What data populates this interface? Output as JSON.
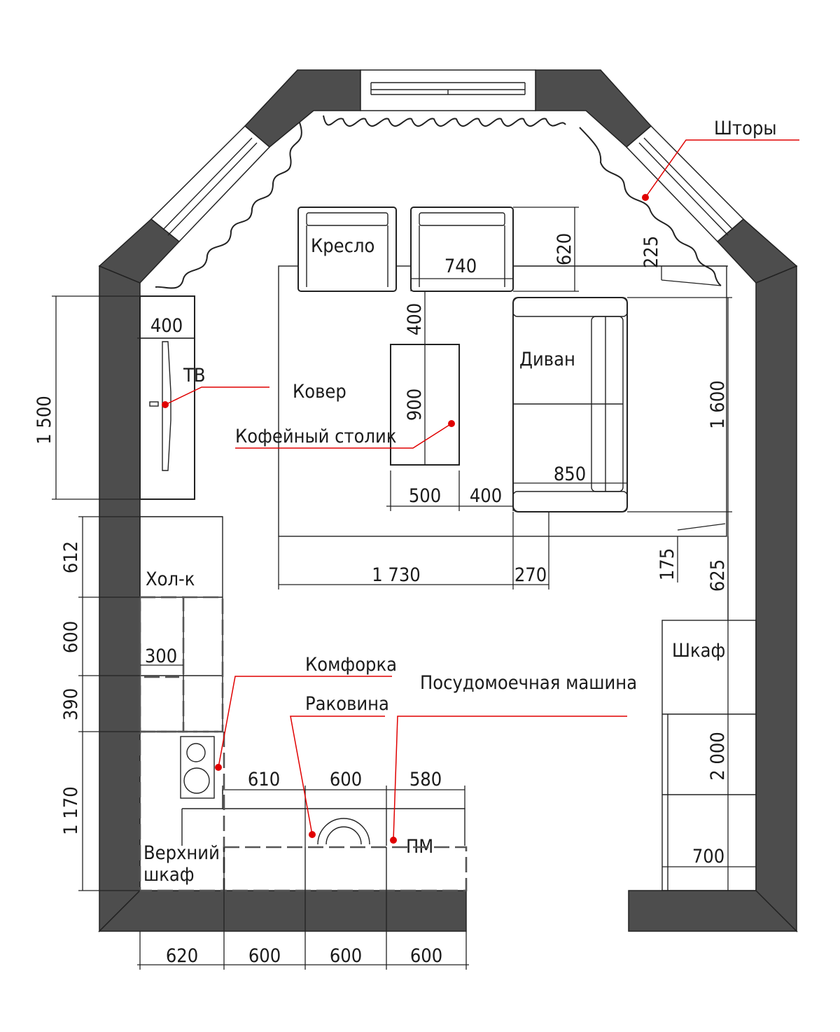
{
  "labels": {
    "curtains": "Шторы",
    "armchair": "Кресло",
    "tv": "ТВ",
    "rug": "Ковер",
    "coffee_table": "Кофейный столик",
    "sofa": "Диван",
    "fridge": "Хол-к",
    "hob": "Комфорка",
    "sink": "Раковина",
    "dishwasher": "Посудомоечная машина",
    "dishwasher_short": "ПМ",
    "wall_cabinet_1": "Верхний",
    "wall_cabinet_2": "шкаф",
    "wardrobe": "Шкаф"
  },
  "dimensions": {
    "tv_wall_length": "1 500",
    "tv_depth": "400",
    "armchair_width": "740",
    "armchair_depth": "620",
    "curtain_gap": "225",
    "table_gap_top": "400",
    "table_length": "900",
    "table_width": "500",
    "table_to_sofa": "400",
    "sofa_length": "1 600",
    "sofa_depth": "850",
    "rug_length": "1 730",
    "rug_offset": "270",
    "sofa_gap_bottom": "175",
    "wardrobe_gap": "625",
    "fridge_len": "612",
    "module_600": "600",
    "module_300": "300",
    "module_390": "390",
    "corner_1170": "1 170",
    "top_610": "610",
    "top_600": "600",
    "top_580": "580",
    "wardrobe_len": "2 000",
    "wardrobe_depth": "700",
    "bottom_620": "620",
    "bottom_600a": "600",
    "bottom_600b": "600",
    "bottom_600c": "600"
  }
}
